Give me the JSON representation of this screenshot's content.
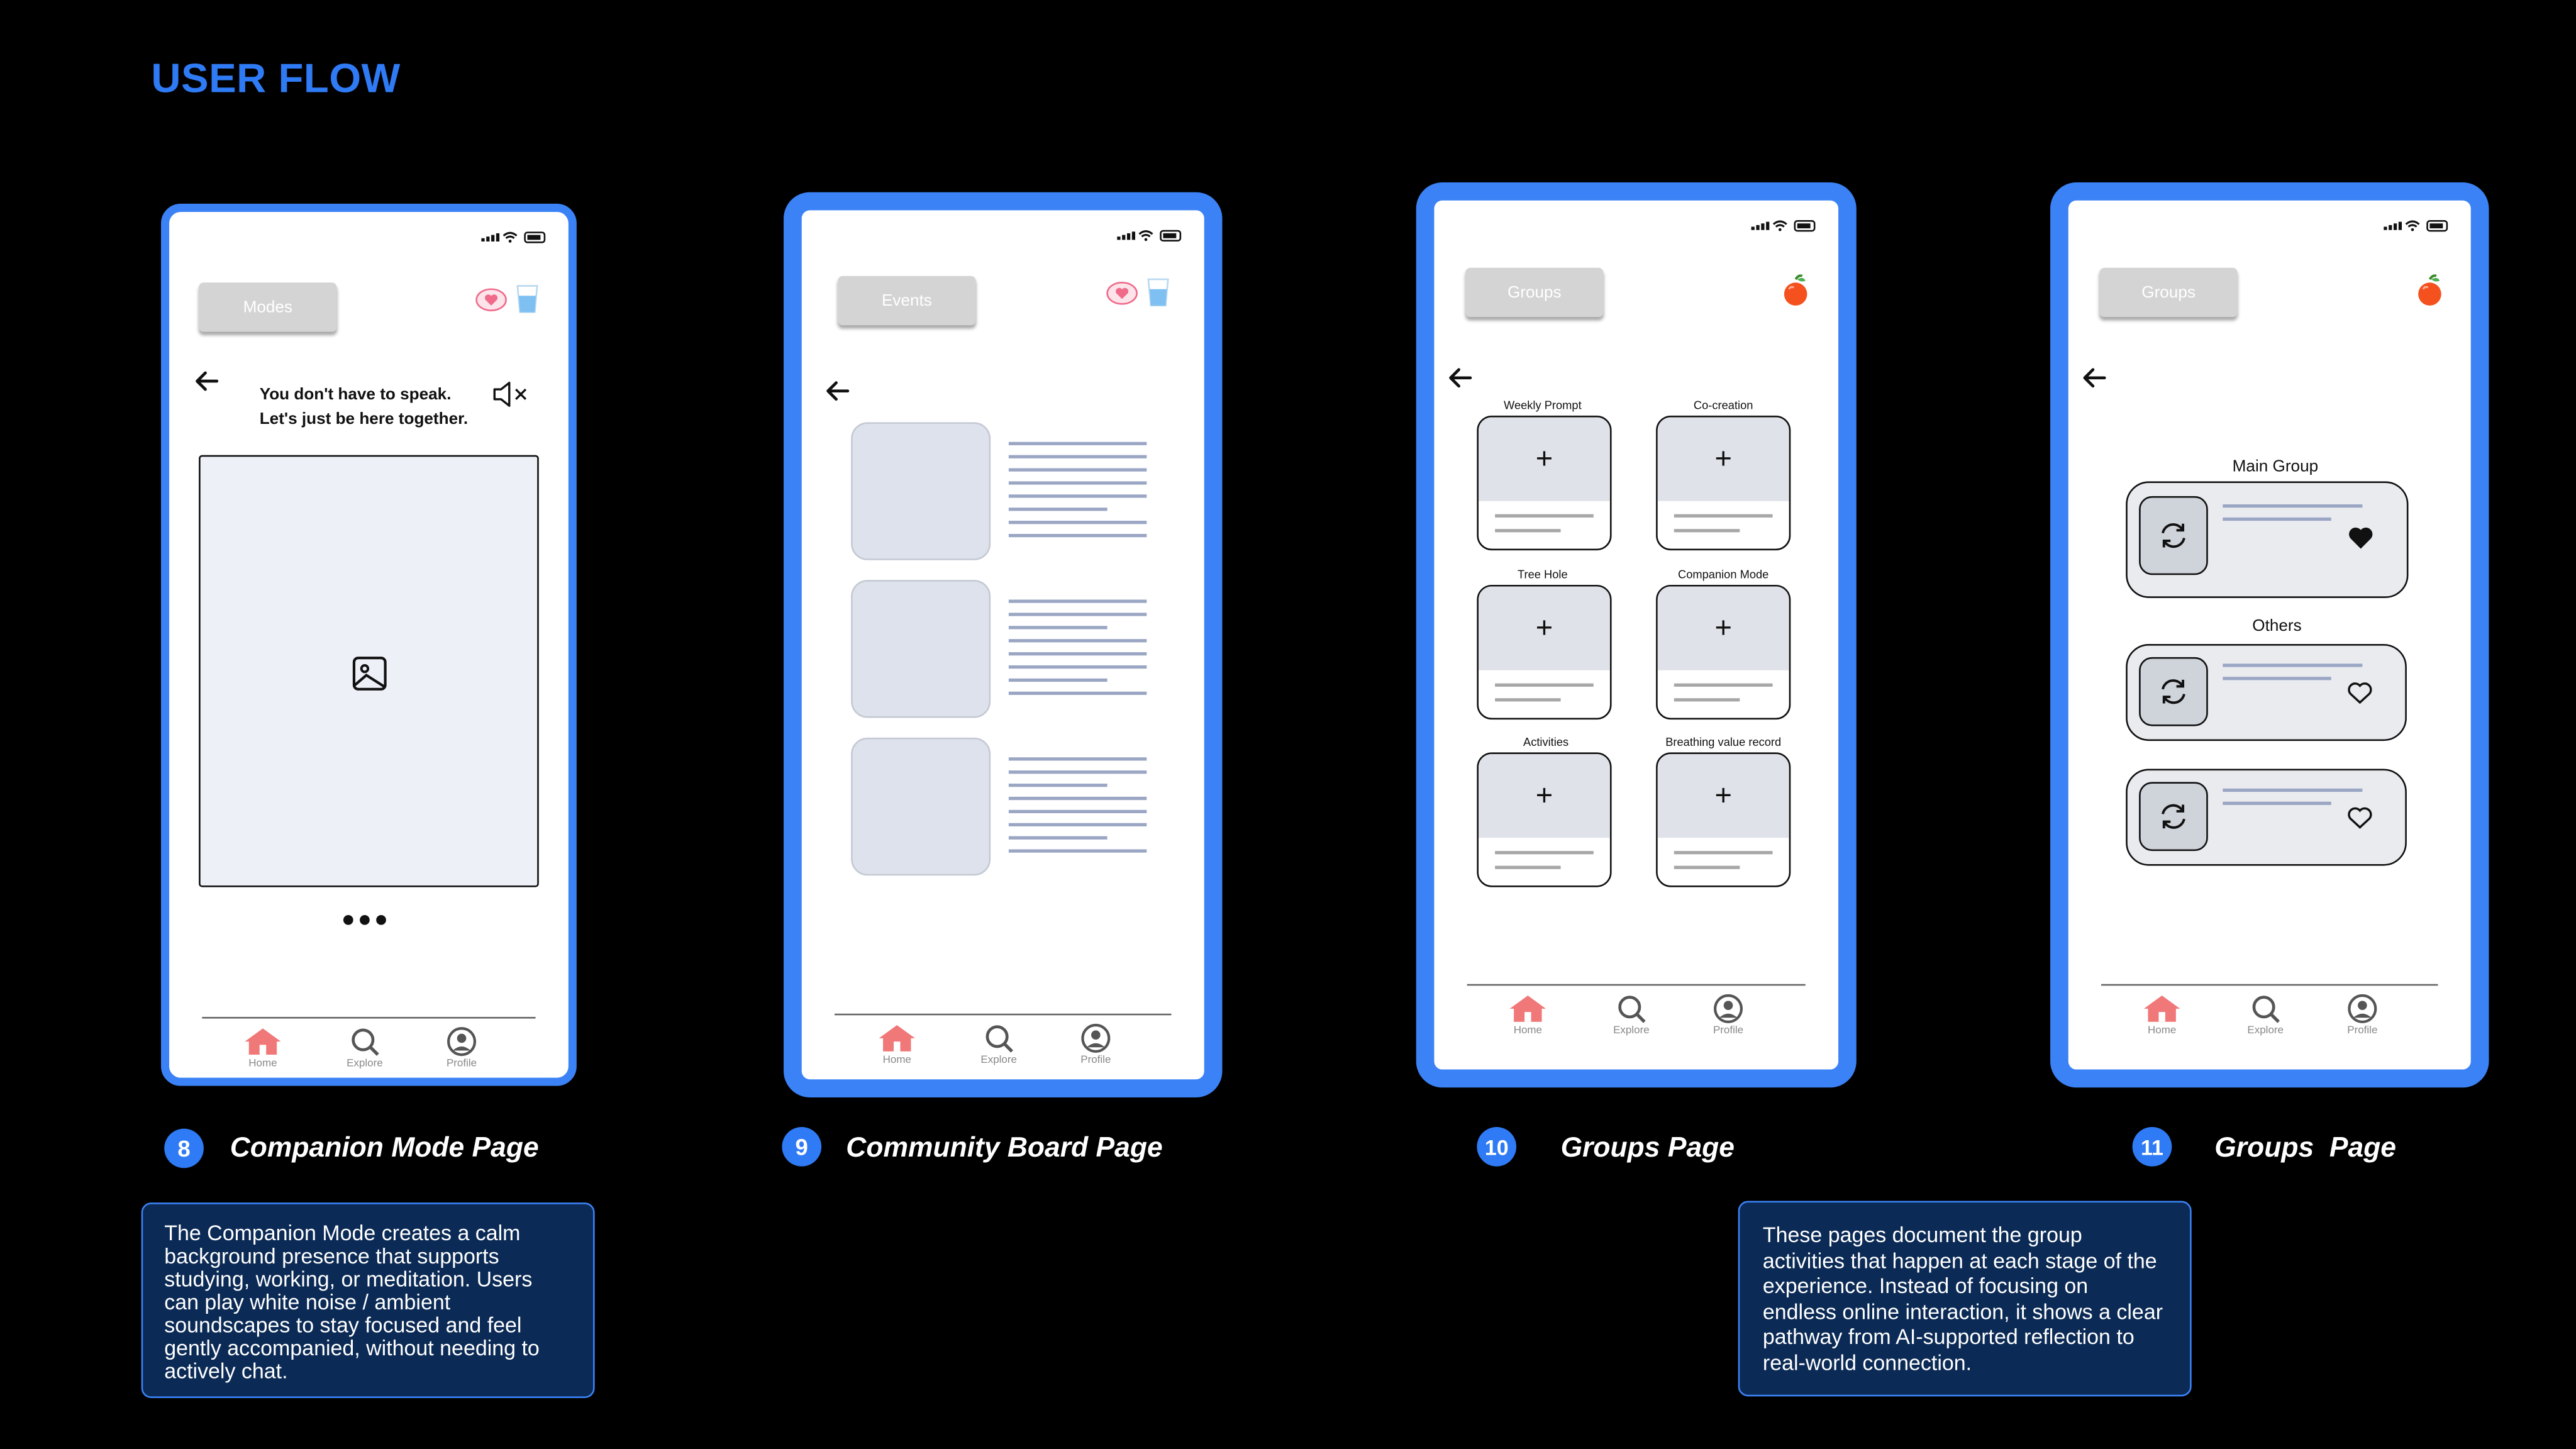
{
  "page": {
    "title": "USER FLOW"
  },
  "nav": {
    "home": "Home",
    "explore": "Explore",
    "profile": "Profile"
  },
  "screens": {
    "companion": {
      "chip": "Modes",
      "message_line1": "You don't have to speak.",
      "message_line2": "Let's just be here together.",
      "step": "8",
      "step_title": "Companion Mode Page",
      "description": "The Companion Mode creates a calm background presence that supports studying, working, or meditation. Users can play white noise / ambient soundscapes to stay focused and feel gently accompanied, without needing to actively chat."
    },
    "community": {
      "chip": "Events",
      "step": "9",
      "step_title": "Community Board Page"
    },
    "groups": {
      "chip": "Groups",
      "step": "10",
      "step_title": "Groups Page",
      "cards": [
        "Weekly Prompt",
        "Co-creation",
        "Tree Hole",
        "Companion Mode",
        "Activities",
        "Breathing value record"
      ],
      "description": "These pages document the group activities that happen at each stage of the experience. Instead of focusing on endless online interaction, it shows a clear pathway from AI-supported reflection to real-world connection."
    },
    "groups2": {
      "chip": "Groups",
      "step": "11",
      "step_title": "Groups  Page",
      "main_label": "Main Group",
      "others_label": "Others"
    }
  },
  "colors": {
    "accent": "#2f7bf5",
    "frame": "#3b82f6",
    "desc_bg": "#0b2a55",
    "home_icon": "#f07878",
    "placeholder": "#dde2ec"
  }
}
